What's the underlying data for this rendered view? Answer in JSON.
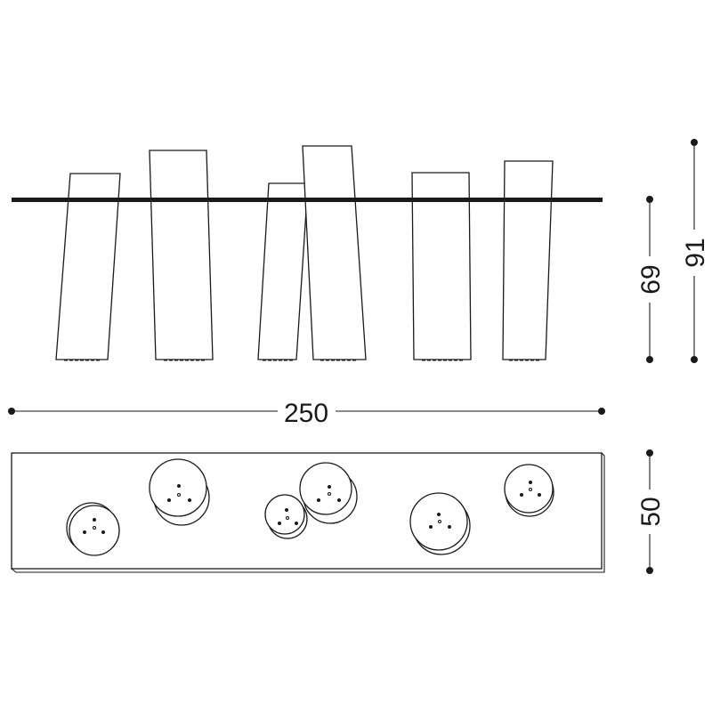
{
  "dimensions": {
    "width": "250",
    "lower_height": "69",
    "overall_height": "91",
    "depth": "50"
  },
  "colors": {
    "line": "#1a1a1a",
    "background": "#ffffff"
  }
}
